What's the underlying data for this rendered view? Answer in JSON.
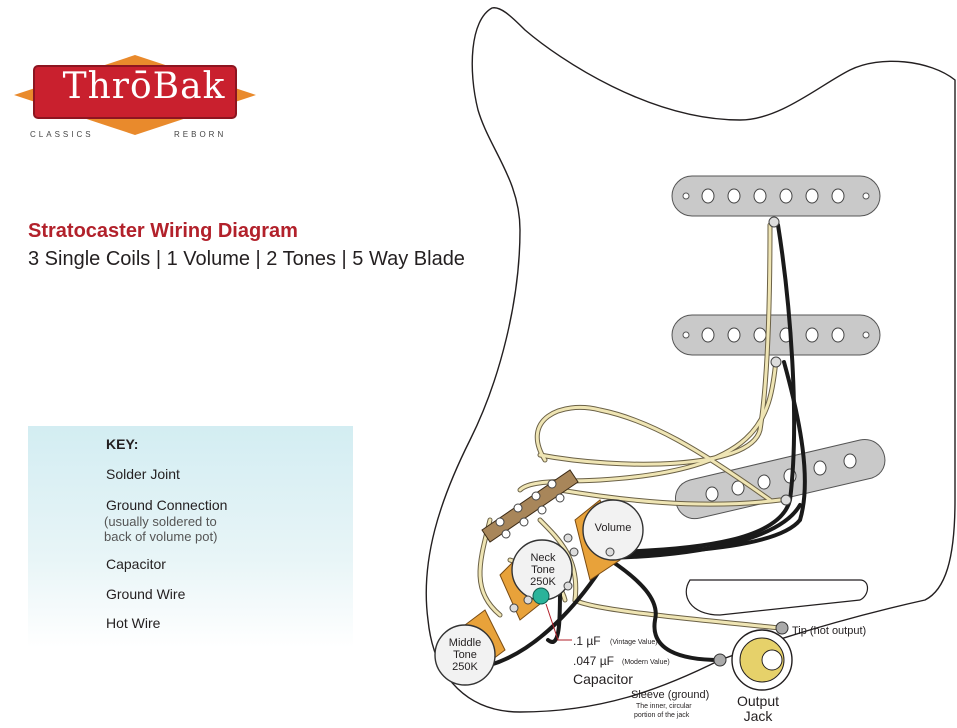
{
  "logo": {
    "brand": "ThrōBak",
    "tagline_left": "CLASSICS",
    "tagline_right": "REBORN"
  },
  "title": "Stratocaster Wiring Diagram",
  "subtitle": "3 Single Coils | 1 Volume | 2 Tones | 5 Way Blade",
  "key": {
    "heading": "KEY:",
    "solder_joint": "Solder Joint",
    "ground_connection": "Ground Connection",
    "ground_note_1": "(usually soldered to",
    "ground_note_2": "back of volume pot)",
    "capacitor": "Capacitor",
    "ground_wire": "Ground Wire",
    "hot_wire": "Hot Wire"
  },
  "pots": {
    "volume": "Volume",
    "neck_tone_1": "Neck",
    "neck_tone_2": "Tone",
    "neck_tone_3": "250K",
    "middle_tone_1": "Middle",
    "middle_tone_2": "Tone",
    "middle_tone_3": "250K"
  },
  "capacitor": {
    "value_vintage": ".1 µF",
    "vintage_note": "(Vintage Value)",
    "value_modern": ".047 µF",
    "modern_note": "(Modern Value)",
    "label": "Capacitor"
  },
  "jack": {
    "tip": "Tip (hot output)",
    "sleeve": "Sleeve (ground)",
    "sleeve_note_1": "The inner, circular",
    "sleeve_note_2": "portion of the jack",
    "output_1": "Output",
    "output_2": "Jack"
  },
  "colors": {
    "brand_red": "#b2212b",
    "hot_wire": "#e8dca0",
    "ground_wire": "#1a1a1a",
    "capacitor": "#2bb39a",
    "pickup": "#c9c9c9",
    "pot_lug": "#e8a23a"
  }
}
